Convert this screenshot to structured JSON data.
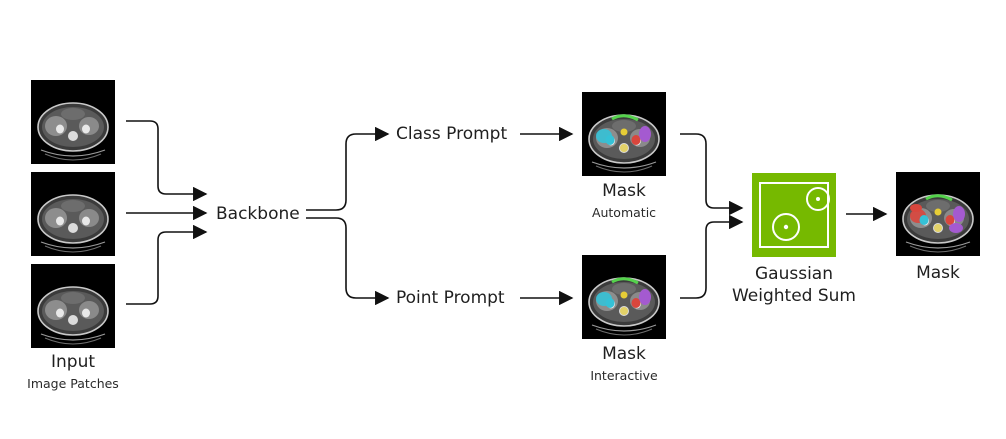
{
  "input": {
    "title": "Input",
    "subtitle": "Image Patches"
  },
  "backbone": {
    "label": "Backbone"
  },
  "class_prompt": {
    "label": "Class Prompt"
  },
  "point_prompt": {
    "label": "Point Prompt"
  },
  "mask_automatic": {
    "title": "Mask",
    "subtitle": "Automatic"
  },
  "mask_interactive": {
    "title": "Mask",
    "subtitle": "Interactive"
  },
  "fusion": {
    "line1": "Gaussian",
    "line2": "Weighted Sum"
  },
  "output_mask": {
    "title": "Mask"
  },
  "colors": {
    "accent_green": "#76b900",
    "arrow": "#111111",
    "segment_blue": "#35c1d6",
    "segment_purple": "#a45ad0",
    "segment_green": "#55d24c",
    "segment_red": "#d9463d",
    "segment_yellow": "#e6cd36"
  },
  "icons": {
    "ct_scan": "ct-slice-icon",
    "gaussian": "gaussian-circles-icon"
  }
}
